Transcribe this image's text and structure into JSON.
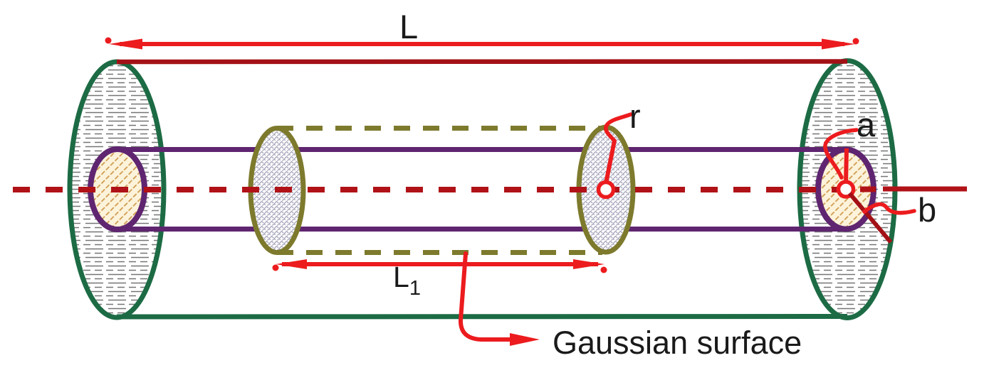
{
  "figure": {
    "labels": {
      "total_length": "L",
      "gaussian_length_base": "L",
      "gaussian_length_sub": "1",
      "gaussian_radius": "r",
      "inner_radius": "a",
      "outer_radius": "b",
      "gaussian_surface": "Gaussian surface"
    },
    "colors": {
      "outer_green": "#1c6b44",
      "inner_purple": "#5f2570",
      "gaussian_olive": "#7d7a2d",
      "axis_red": "#b01217",
      "dark_red": "#a31116",
      "arrow_red": "#ec1b1e",
      "cream": "#fcf3da",
      "cream_hatch": "#cf9a4e",
      "cap_hatch_gray": "#757575",
      "cross_hatch": "#a4a3b9",
      "label": "#1a1a1a"
    }
  }
}
